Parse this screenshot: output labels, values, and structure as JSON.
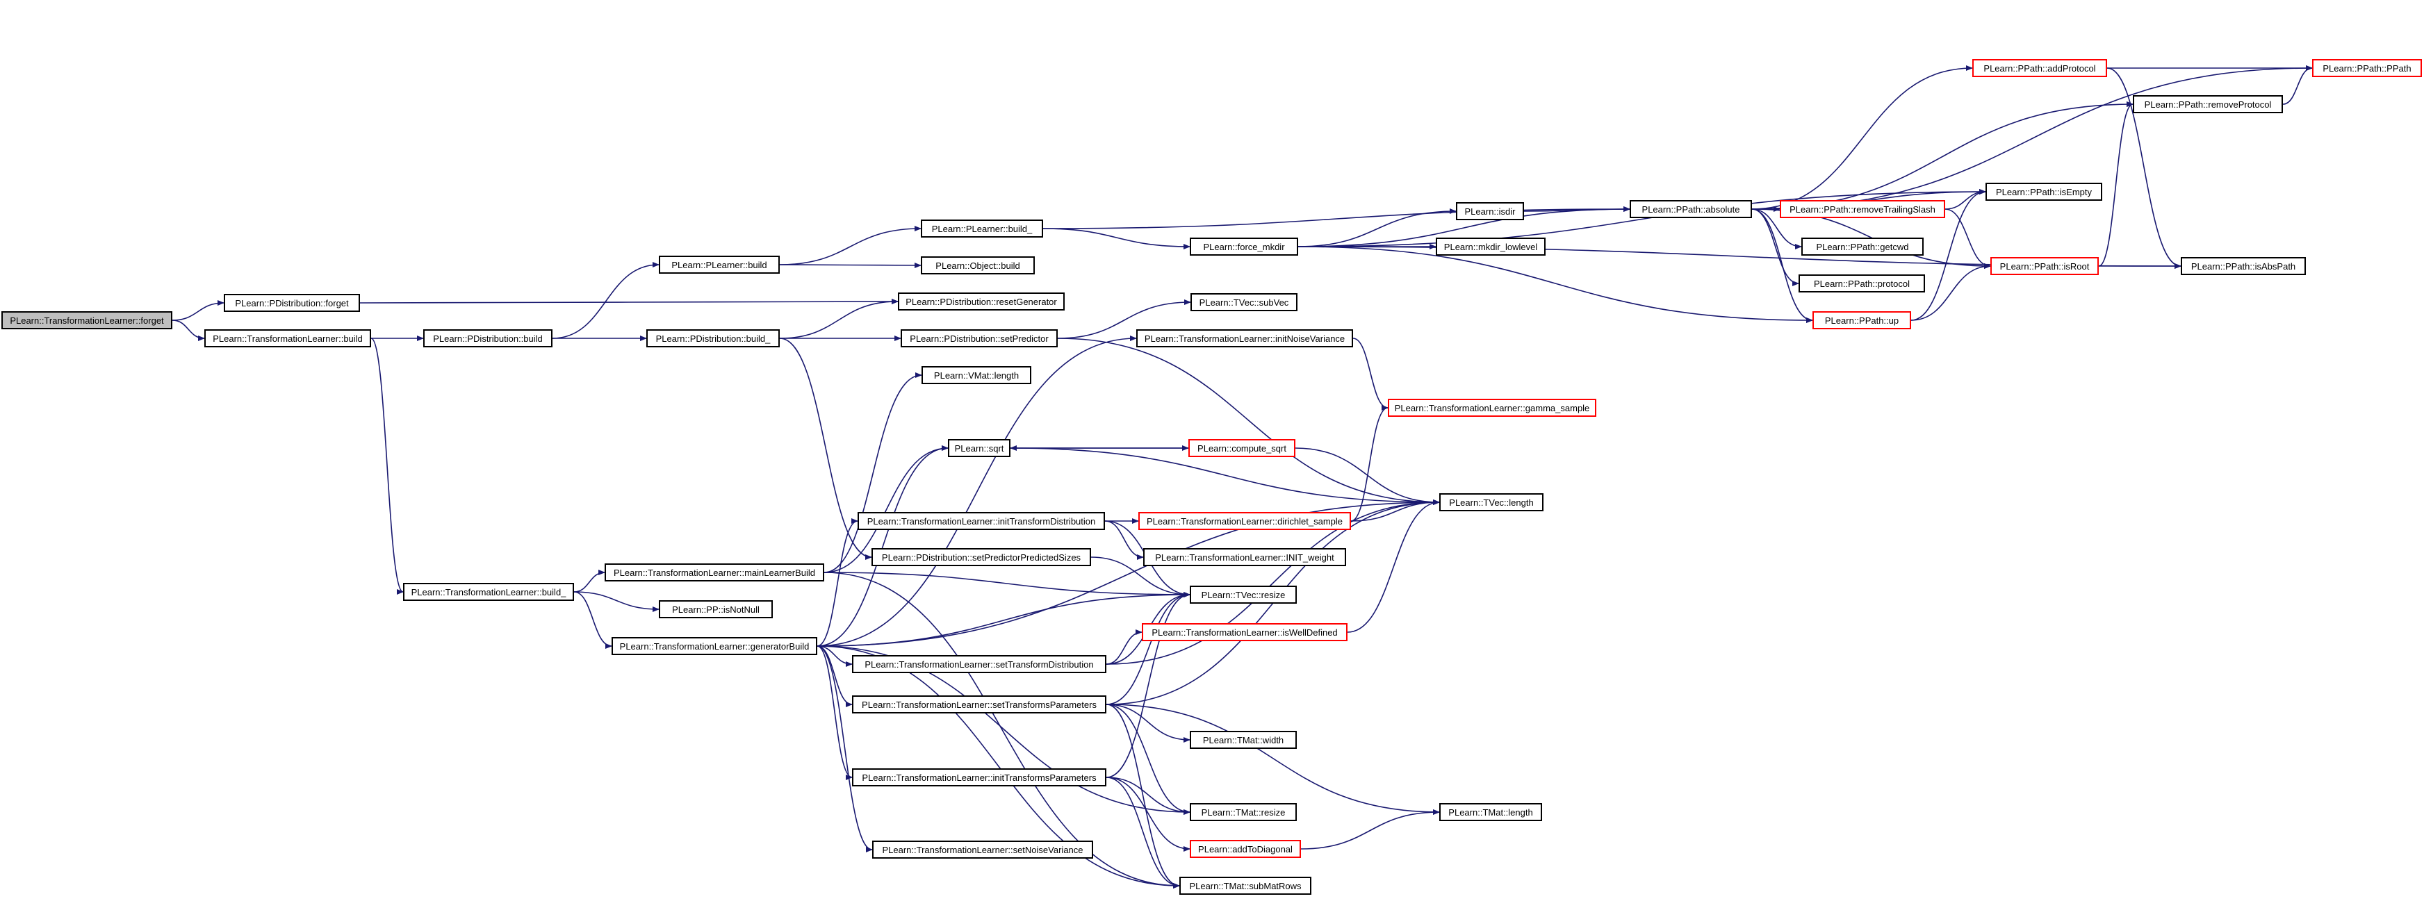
{
  "nodes": {
    "forget_root": "PLearn::TransformationLearner::forget",
    "pdist_forget": "PLearn::PDistribution::forget",
    "tl_build": "PLearn::TransformationLearner::build",
    "pdist_build": "PLearn::PDistribution::build",
    "plearner_build": "PLearn::PLearner::build",
    "plearner_build_": "PLearn::PLearner::build_",
    "object_build": "PLearn::Object::build",
    "reset_generator": "PLearn::PDistribution::resetGenerator",
    "pdist_build_": "PLearn::PDistribution::build_",
    "set_predictor": "PLearn::PDistribution::setPredictor",
    "force_mkdir": "PLearn::force_mkdir",
    "isdir": "PLearn::isdir",
    "mkdir_lowlevel": "PLearn::mkdir_lowlevel",
    "ppath_absolute": "PLearn::PPath::absolute",
    "ppath_add_protocol": "PLearn::PPath::addProtocol",
    "ppath_ppath": "PLearn::PPath::PPath",
    "ppath_remove_protocol": "PLearn::PPath::removeProtocol",
    "ppath_is_empty": "PLearn::PPath::isEmpty",
    "ppath_remove_trailing_slash": "PLearn::PPath::removeTrailingSlash",
    "ppath_getcwd": "PLearn::PPath::getcwd",
    "ppath_protocol": "PLearn::PPath::protocol",
    "ppath_up": "PLearn::PPath::up",
    "ppath_is_root": "PLearn::PPath::isRoot",
    "ppath_is_abs_path": "PLearn::PPath::isAbsPath",
    "tvec_subvec": "PLearn::TVec::subVec",
    "init_noise_variance": "PLearn::TransformationLearner::initNoiseVariance",
    "gamma_sample": "PLearn::TransformationLearner::gamma_sample",
    "vmat_length": "PLearn::VMat::length",
    "sqrt": "PLearn::sqrt",
    "compute_sqrt": "PLearn::compute_sqrt",
    "tvec_length": "PLearn::TVec::length",
    "init_transform_distribution": "PLearn::TransformationLearner::initTransformDistribution",
    "dirichlet_sample": "PLearn::TransformationLearner::dirichlet_sample",
    "init_weight": "PLearn::TransformationLearner::INIT_weight",
    "set_predictor_predicted_sizes": "PLearn::PDistribution::setPredictorPredictedSizes",
    "tl_build_": "PLearn::TransformationLearner::build_",
    "main_learner_build": "PLearn::TransformationLearner::mainLearnerBuild",
    "pp_is_not_null": "PLearn::PP::isNotNull",
    "tvec_resize": "PLearn::TVec::resize",
    "generator_build": "PLearn::TransformationLearner::generatorBuild",
    "is_well_defined": "PLearn::TransformationLearner::isWellDefined",
    "set_transform_distribution": "PLearn::TransformationLearner::setTransformDistribution",
    "set_transforms_parameters": "PLearn::TransformationLearner::setTransformsParameters",
    "tmat_width": "PLearn::TMat::width",
    "tmat_resize": "PLearn::TMat::resize",
    "tmat_length": "PLearn::TMat::length",
    "init_transforms_parameters": "PLearn::TransformationLearner::initTransformsParameters",
    "add_to_diagonal": "PLearn::addToDiagonal",
    "set_noise_variance": "PLearn::TransformationLearner::setNoiseVariance",
    "tmat_sub_mat_rows": "PLearn::TMat::subMatRows"
  },
  "colors": {
    "edge": "#191970",
    "red_border": "#ff0000",
    "root_fill": "#bfbfbf"
  }
}
